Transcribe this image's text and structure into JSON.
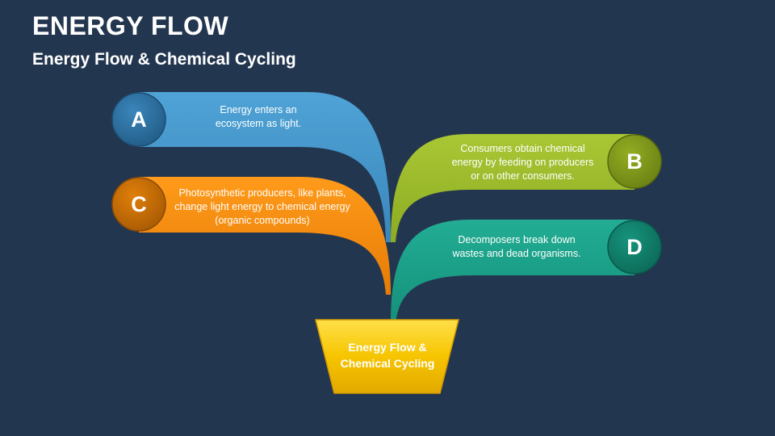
{
  "header": {
    "title": "ENERGY FLOW",
    "subtitle": "Energy Flow & Chemical Cycling"
  },
  "base": {
    "label_line1": "Energy Flow &",
    "label_line2": "Chemical Cycling",
    "color": "#f5c400"
  },
  "branches": [
    {
      "letter": "A",
      "lines": [
        "Energy enters an",
        "ecosystem as light."
      ],
      "color": "#3f8fc4",
      "circle_color": "#2c6f9f"
    },
    {
      "letter": "B",
      "lines": [
        "Consumers obtain chemical",
        "energy by feeding on producers",
        "or on other consumers."
      ],
      "color": "#9ab82a",
      "circle_color": "#7f9520"
    },
    {
      "letter": "C",
      "lines": [
        "Photosynthetic producers, like plants,",
        "change light energy to chemical energy",
        "(organic compounds)"
      ],
      "color": "#f28a0e",
      "circle_color": "#c8700a"
    },
    {
      "letter": "D",
      "lines": [
        "Decomposers break down",
        "wastes and dead organisms."
      ],
      "color": "#1a9e86",
      "circle_color": "#117a66"
    }
  ]
}
